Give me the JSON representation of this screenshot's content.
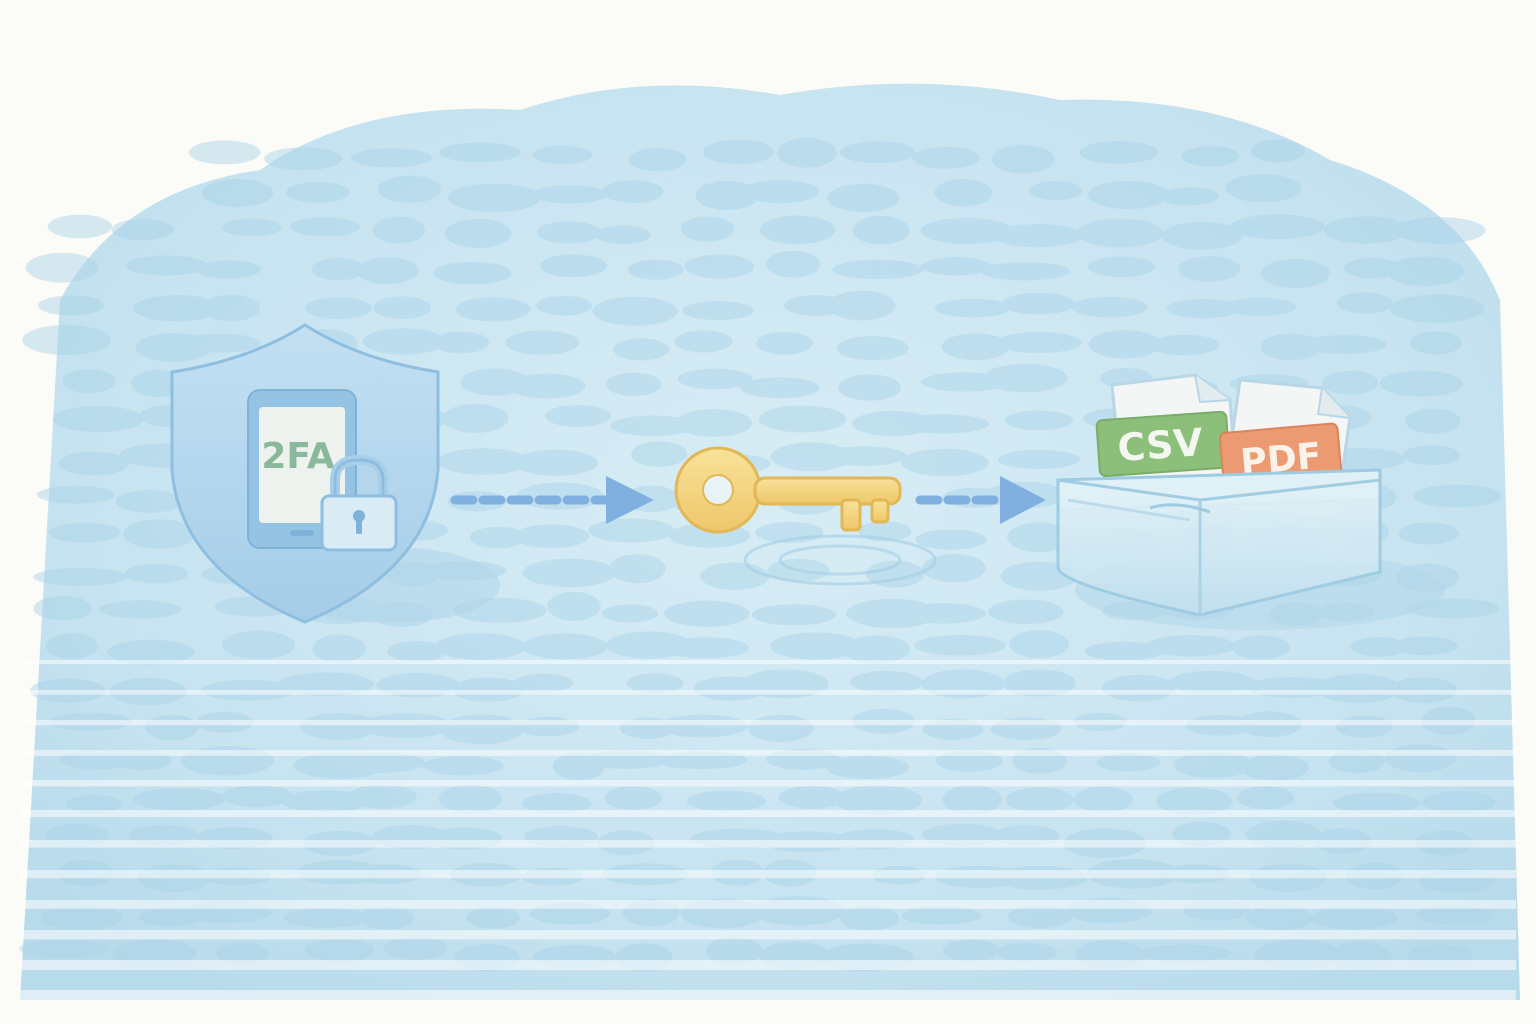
{
  "steps": [
    {
      "name": "two-factor-auth",
      "icon": "shield-phone-padlock-icon",
      "label": "2FA"
    },
    {
      "name": "key",
      "icon": "key-icon"
    },
    {
      "name": "export-box",
      "icon": "open-box-icon",
      "files": [
        {
          "label": "CSV",
          "color": "#8cbf7a"
        },
        {
          "label": "PDF",
          "color": "#ec9a72"
        }
      ]
    }
  ],
  "colors": {
    "water": "#bfe0ef",
    "shield": "#b3d7ee",
    "arrow": "#7fb0df",
    "key": "#f4d886",
    "box": "#cfe7f2"
  }
}
